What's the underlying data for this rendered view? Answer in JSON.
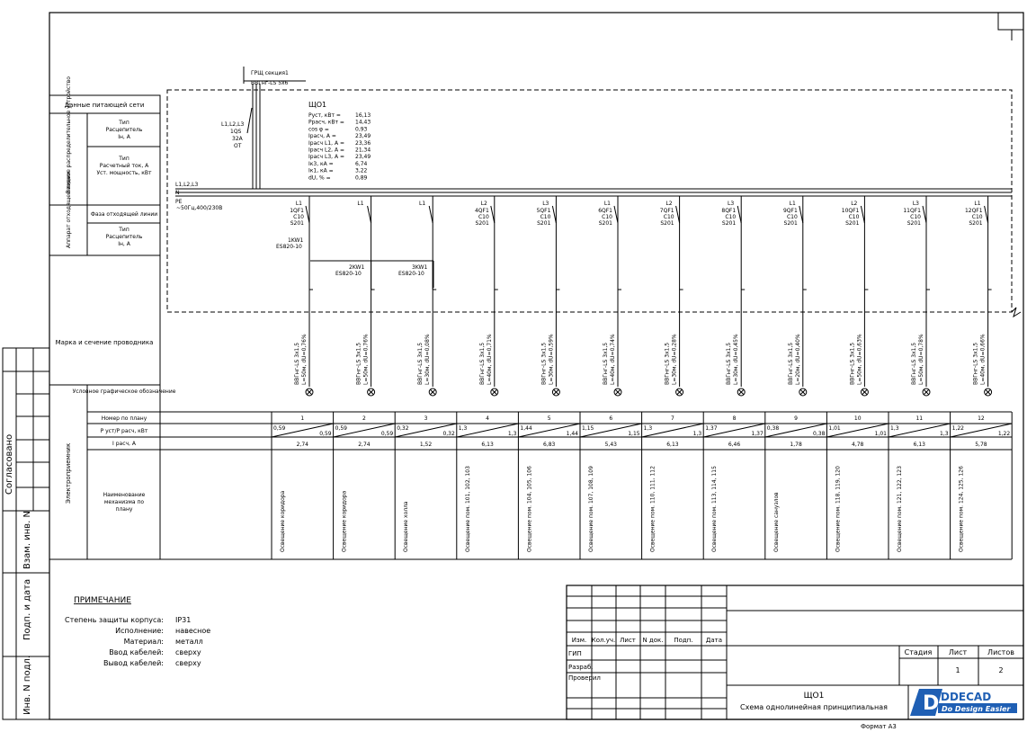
{
  "panel": {
    "name": "ЩО1",
    "params": [
      {
        "k": "Руст, кВт =",
        "v": "16,13"
      },
      {
        "k": "Ррасч, кВт =",
        "v": "14,43"
      },
      {
        "k": "cos φ =",
        "v": "0,93"
      },
      {
        "k": "Iрасч, А =",
        "v": "23,49"
      },
      {
        "k": "Iрасч L1, А =",
        "v": "23,36"
      },
      {
        "k": "Iрасч L2, А =",
        "v": "21,34"
      },
      {
        "k": "Iрасч L3, А =",
        "v": "23,49"
      },
      {
        "k": "Iк3, кА =",
        "v": "6,74"
      },
      {
        "k": "Iк1, кА =",
        "v": "3,22"
      },
      {
        "k": "dU, % =",
        "v": "0,89"
      }
    ],
    "feeder": {
      "source": "ГРЩ секция1",
      "cable": "ВВГнг-LS 5х6"
    },
    "main_switch": {
      "phases": "L1,L2,L3",
      "name": "1QS",
      "rating": "32А",
      "type": "ОТ"
    },
    "bus": {
      "phases": "L1,L2,L3",
      "n": "N",
      "pe": "PE",
      "spec": "~50Гц,400/230В"
    },
    "rcds": [
      {
        "name": "1KW1",
        "type": "ES820-10"
      },
      {
        "name": "2KW1",
        "type": "ES820-10"
      },
      {
        "name": "3KW1",
        "type": "ES820-10"
      }
    ]
  },
  "left_table": {
    "supply_header": "Данные питающей сети",
    "input_device": "Вводное распределительное устройство",
    "input_rows": [
      "Тип\nРасцепитель\nIн, А",
      "Тип\nРасчетный ток, А\nУст. мощность, кВт"
    ],
    "apparatus": "Аппарат отходящей линии",
    "apparatus_rows": [
      "Фаза отходящей линии",
      "Тип\nРасцепитель\nIн, А"
    ],
    "cable_label": "Марка и сечение проводника",
    "consumer_label": "Электроприемник",
    "consumer_rows": [
      "Условное графическое обозначение",
      "Номер по плану",
      "Р уст/Р расч, кВт",
      "I расч, А",
      "Наименование механизма по плану"
    ]
  },
  "groups": [
    {
      "no": "1",
      "phase": "L1",
      "breaker": "1QF1",
      "curve": "C10",
      "model": "S201",
      "cable": "ВВГнг-LS 3х1,5",
      "line": "L=50м, dU=0,76%",
      "pu": "0,59",
      "pr": "0,59",
      "i": "2,74",
      "desc": "Освещение коридора"
    },
    {
      "no": "2",
      "phase": "L1",
      "breaker": "",
      "curve": "",
      "model": "",
      "cable": "ВВГнг-LS 3х1,5",
      "line": "L=50м, dU=0,76%",
      "pu": "0,59",
      "pr": "0,59",
      "i": "2,74",
      "desc": "Освещение коридора"
    },
    {
      "no": "3",
      "phase": "L1",
      "breaker": "",
      "curve": "",
      "model": "",
      "cable": "ВВГнг-LS 3х1,5",
      "line": "L=30м, dU=0,08%",
      "pu": "0,32",
      "pr": "0,32",
      "i": "1,52",
      "desc": "Освещение холла"
    },
    {
      "no": "4",
      "phase": "L2",
      "breaker": "4QF1",
      "curve": "C10",
      "model": "S201",
      "cable": "ВВГнг-LS 3х1,5",
      "line": "L=40м, dU=0,71%",
      "pu": "1,3",
      "pr": "1,3",
      "i": "6,13",
      "desc": "Освещение пом. 101, 102, 103"
    },
    {
      "no": "5",
      "phase": "L3",
      "breaker": "5QF1",
      "curve": "C10",
      "model": "S201",
      "cable": "ВВГнг-LS 3х1,5",
      "line": "L=30м, dU=0,59%",
      "pu": "1,44",
      "pr": "1,44",
      "i": "6,83",
      "desc": "Освещение пом. 104, 105, 106"
    },
    {
      "no": "6",
      "phase": "L1",
      "breaker": "6QF1",
      "curve": "C10",
      "model": "S201",
      "cable": "ВВГнг-LS 3х1,5",
      "line": "L=40м, dU=0,74%",
      "pu": "1,15",
      "pr": "1,15",
      "i": "5,43",
      "desc": "Освещение пом. 107, 108, 109"
    },
    {
      "no": "7",
      "phase": "L2",
      "breaker": "7QF1",
      "curve": "C10",
      "model": "S201",
      "cable": "ВВГнг-LS 3х1,5",
      "line": "L=30м, dU=0,28%",
      "pu": "1,3",
      "pr": "1,3",
      "i": "6,13",
      "desc": "Освещение пом. 110, 111, 112"
    },
    {
      "no": "8",
      "phase": "L3",
      "breaker": "8QF1",
      "curve": "C10",
      "model": "S201",
      "cable": "ВВГнг-LS 3х1,5",
      "line": "L=30м, dU=0,45%",
      "pu": "1,37",
      "pr": "1,37",
      "i": "6,46",
      "desc": "Освещение пом. 113, 114, 115"
    },
    {
      "no": "9",
      "phase": "L1",
      "breaker": "9QF1",
      "curve": "C10",
      "model": "S201",
      "cable": "ВВГнг-LS 3х1,5",
      "line": "L=20м, dU=0,40%",
      "pu": "0,38",
      "pr": "0,38",
      "i": "1,78",
      "desc": "Освещение санузлов"
    },
    {
      "no": "10",
      "phase": "L2",
      "breaker": "10QF1",
      "curve": "C10",
      "model": "S201",
      "cable": "ВВГнг-LS 3х1,5",
      "line": "L=50м, dU=0,63%",
      "pu": "1,01",
      "pr": "1,01",
      "i": "4,78",
      "desc": "Освещение пом. 118, 119, 120"
    },
    {
      "no": "11",
      "phase": "L3",
      "breaker": "11QF1",
      "curve": "C10",
      "model": "S201",
      "cable": "ВВГнг-LS 3х1,5",
      "line": "L=50м, dU=0,78%",
      "pu": "1,3",
      "pr": "1,3",
      "i": "6,13",
      "desc": "Освещение пом. 121, 122, 123"
    },
    {
      "no": "12",
      "phase": "L1",
      "breaker": "12QF1",
      "curve": "C10",
      "model": "S201",
      "cable": "ВВГнг-LS 3х1,5",
      "line": "L=40м, dU=0,66%",
      "pu": "1,22",
      "pr": "1,22",
      "i": "5,78",
      "desc": "Освещение пом. 124, 125, 126"
    }
  ],
  "notes": {
    "title": "ПРИМЕЧАНИЕ",
    "rows": [
      {
        "k": "Степень защиты корпуса:",
        "v": "IP31"
      },
      {
        "k": "Исполнение:",
        "v": "навесное"
      },
      {
        "k": "Материал:",
        "v": "металл"
      },
      {
        "k": "Ввод кабелей:",
        "v": "сверху"
      },
      {
        "k": "Вывод кабелей:",
        "v": "сверху"
      }
    ]
  },
  "side_stamp": [
    "Согласовано",
    "Взам. инв. N",
    "Подп. и дата",
    "Инв. N подл."
  ],
  "title_block": {
    "cols": [
      "Изм.",
      "Кол.уч.",
      "Лист",
      "N док.",
      "Подп.",
      "Дата"
    ],
    "roles": [
      "ГИП",
      "Разраб.",
      "Проверил"
    ],
    "stage_h": "Стадия",
    "sheet_h": "Лист",
    "sheets_h": "Листов",
    "sheet": "1",
    "sheets": "2",
    "doc_name": "ЩО1",
    "doc_desc": "Схема однолинейная принципиальная",
    "logo_title": "DDECAD",
    "logo_sub": "Do Design Easier",
    "format": "Формат А3"
  },
  "colors": {
    "logo_blue": "#1f5fb4"
  }
}
